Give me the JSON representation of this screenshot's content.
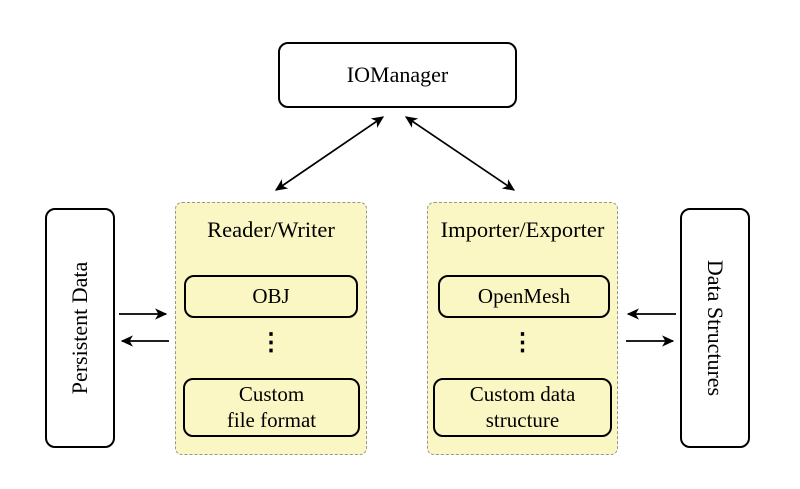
{
  "diagram": {
    "nodes": {
      "iomanager": "IOManager",
      "persistent_data": "Persistent Data",
      "data_structures": "Data Structures"
    },
    "panels": {
      "reader_writer": {
        "title": "Reader/Writer",
        "top_item": "OBJ",
        "ellipsis": "⋮",
        "bottom_item": "Custom\nfile format"
      },
      "importer_exporter": {
        "title": "Importer/Exporter",
        "top_item": "OpenMesh",
        "ellipsis": "⋮",
        "bottom_item": "Custom data\nstructure"
      }
    },
    "colors": {
      "panel_fill": "#fbf7c4",
      "panel_border": "#969696",
      "node_border": "#000000",
      "arrow": "#000000",
      "background": "#ffffff"
    },
    "arrows": [
      "iomanager <-> reader-writer",
      "iomanager <-> importer-exporter",
      "persistent-data -> reader-writer",
      "reader-writer -> persistent-data",
      "data-structures -> importer-exporter",
      "importer-exporter -> data-structures"
    ]
  }
}
